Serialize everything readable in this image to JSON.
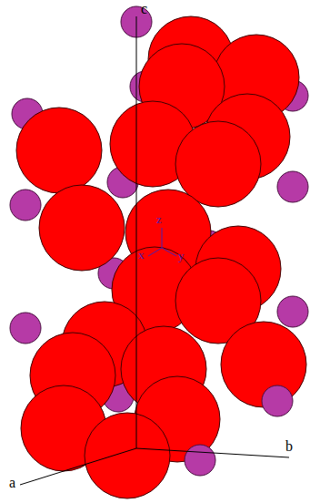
{
  "diagram": {
    "labels": [
      "c",
      "z",
      "x",
      "y",
      "a",
      "b"
    ]
  }
}
